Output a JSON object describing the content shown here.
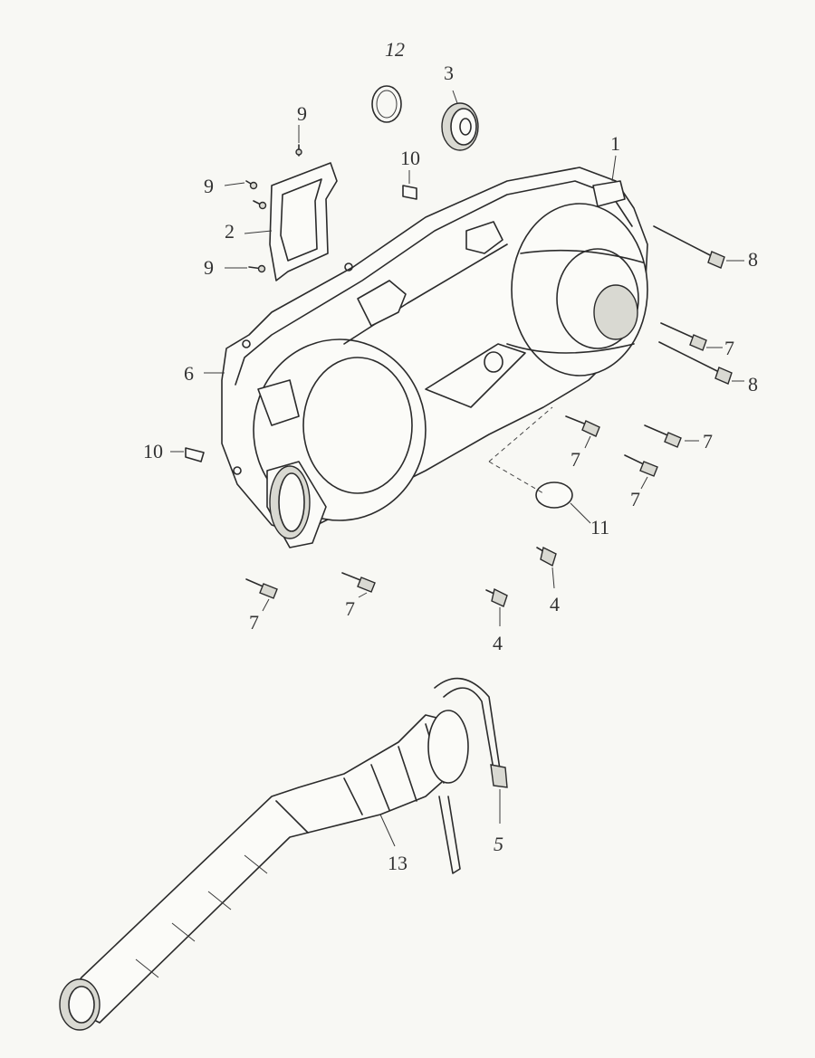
{
  "diagram": {
    "type": "exploded-parts-diagram",
    "callouts": [
      {
        "label": "12"
      },
      {
        "label": "3"
      },
      {
        "label": "1"
      },
      {
        "label": "9"
      },
      {
        "label": "10"
      },
      {
        "label": "9"
      },
      {
        "label": "2"
      },
      {
        "label": "9"
      },
      {
        "label": "8"
      },
      {
        "label": "7"
      },
      {
        "label": "8"
      },
      {
        "label": "6"
      },
      {
        "label": "7"
      },
      {
        "label": "7"
      },
      {
        "label": "10"
      },
      {
        "label": "7"
      },
      {
        "label": "11"
      },
      {
        "label": "4"
      },
      {
        "label": "7"
      },
      {
        "label": "7"
      },
      {
        "label": "4"
      },
      {
        "label": "5"
      },
      {
        "label": "13"
      }
    ]
  }
}
